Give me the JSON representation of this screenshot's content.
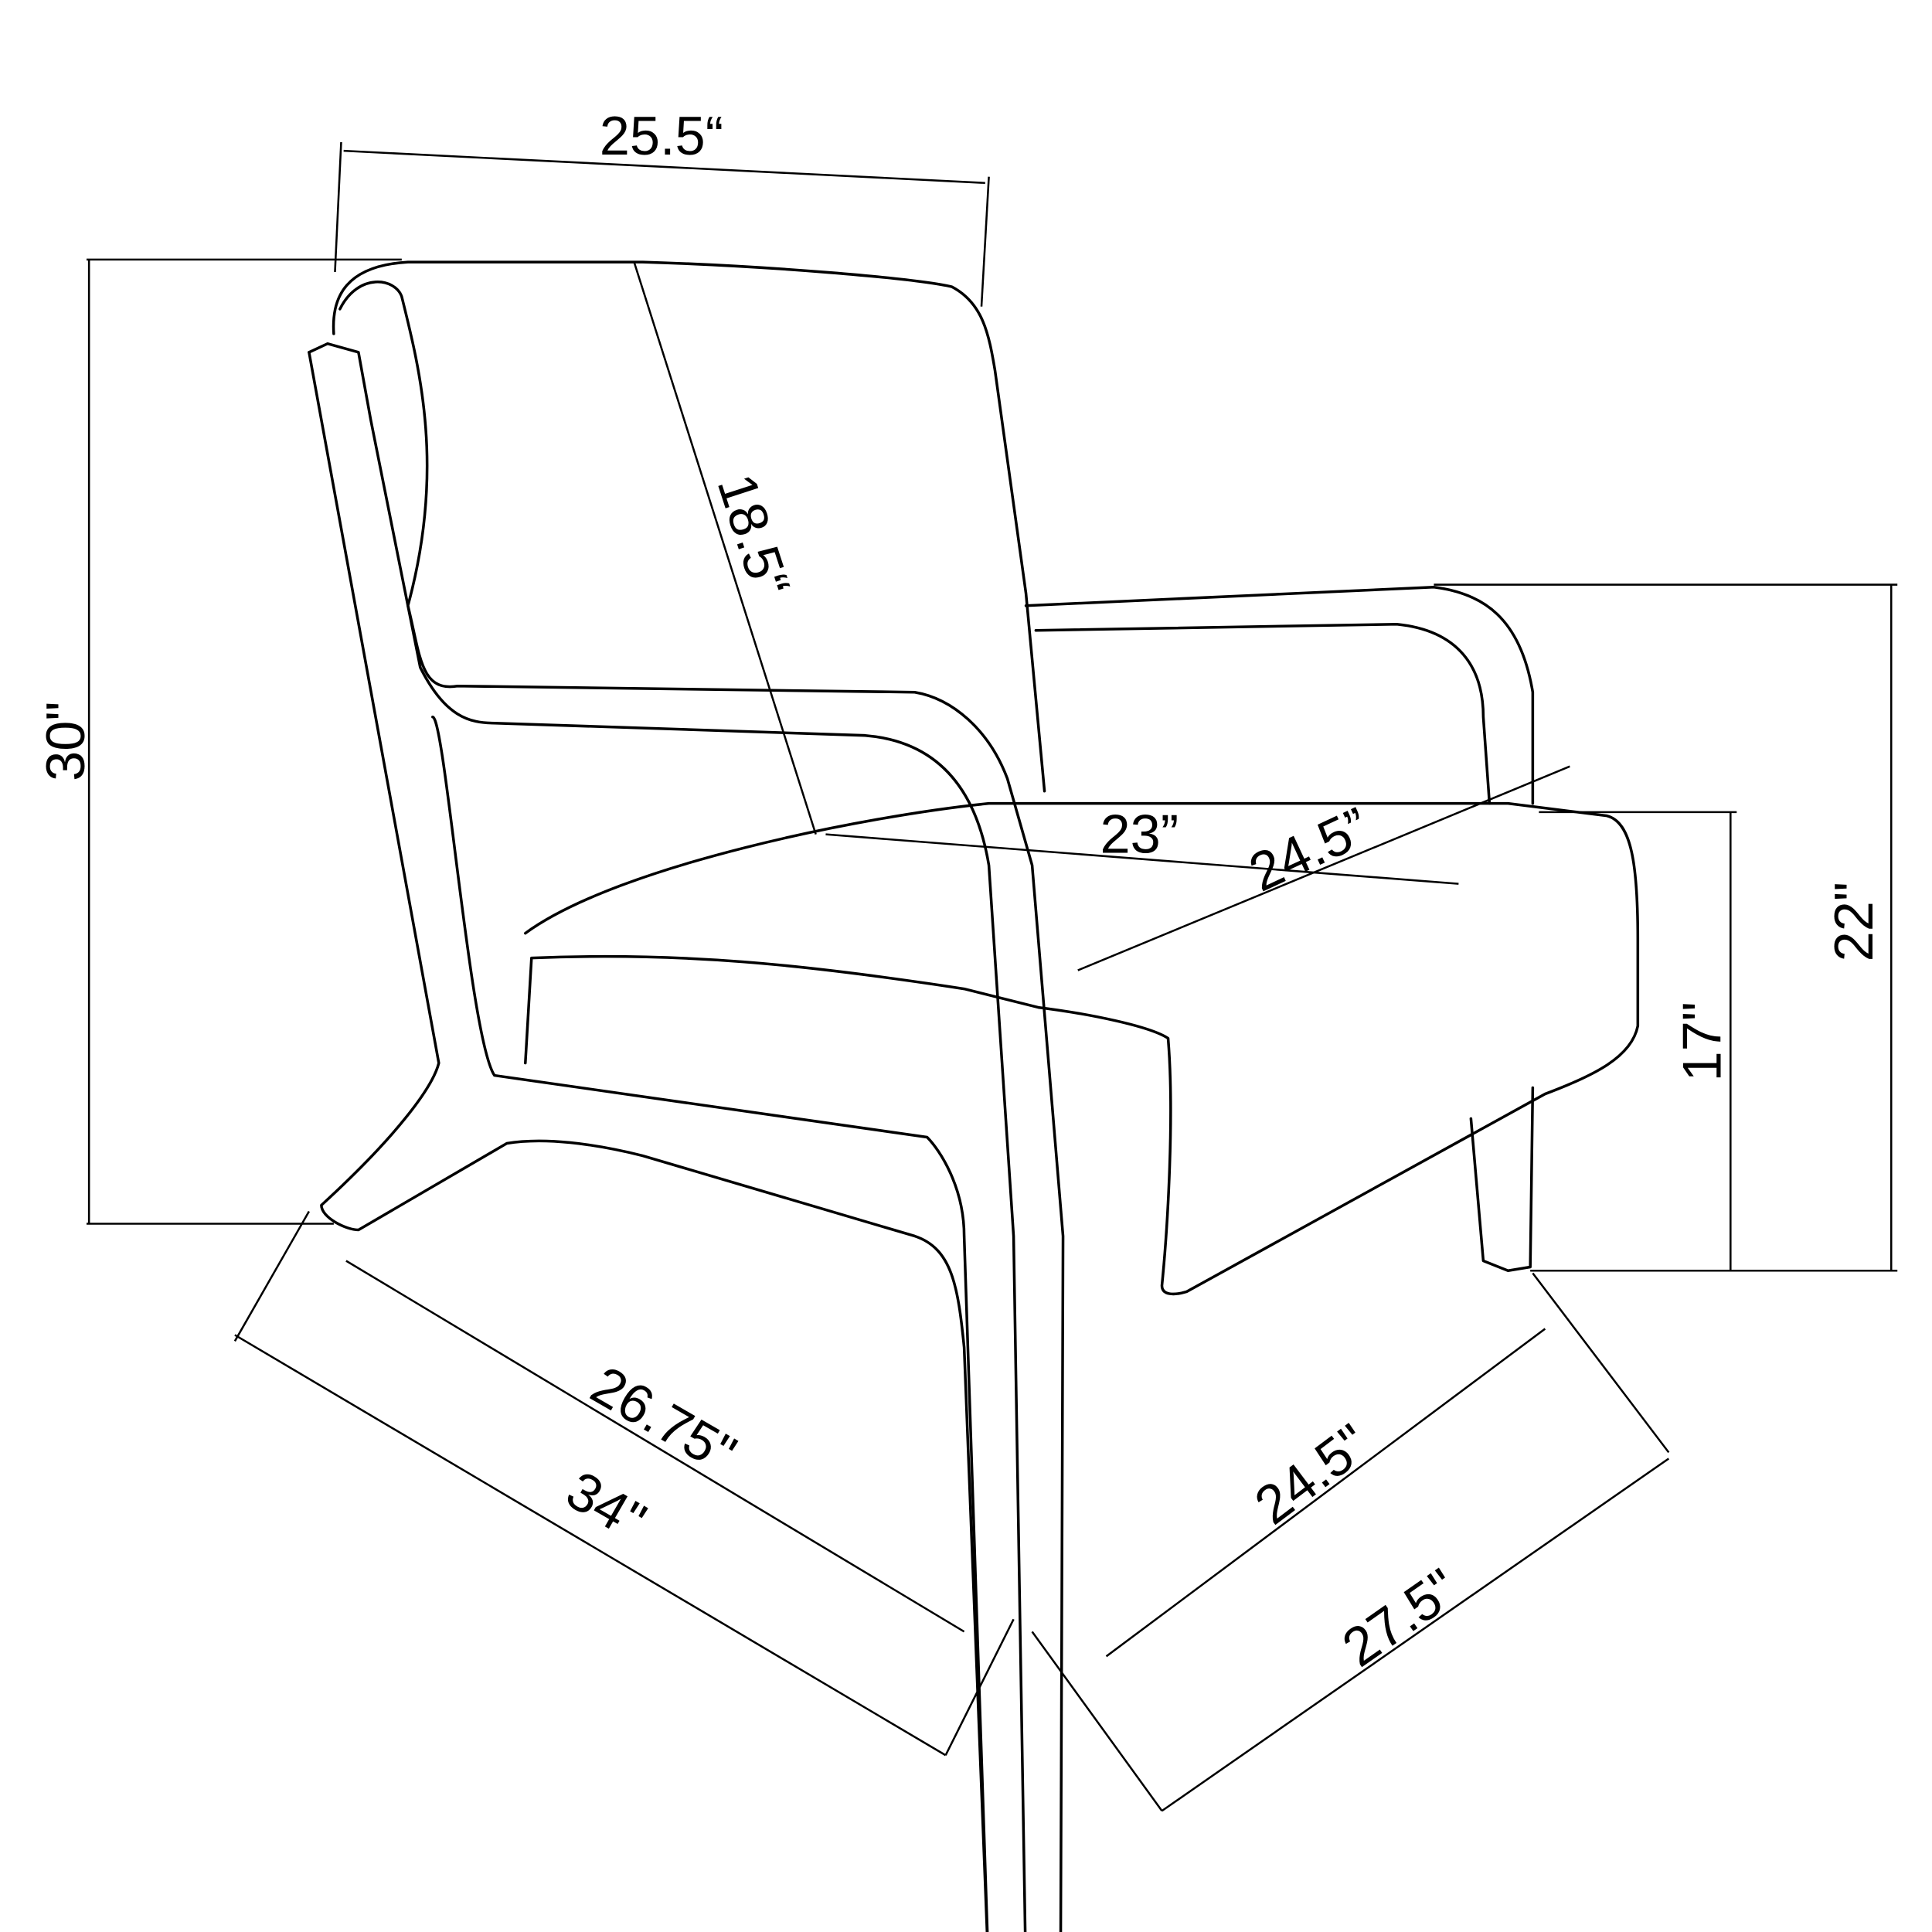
{
  "diagram": {
    "subject": "accent chair dimension drawing",
    "line_color": "#000000",
    "background": "#ffffff",
    "dimensions": {
      "overall_width": "25.5“",
      "back_height": "18.5“",
      "overall_height": "30\"",
      "arm_height": "22\"",
      "seat_height": "17\"",
      "seat_width": "23”",
      "seat_depth": "24.5”",
      "base_depth_inner": "26.75\"",
      "overall_depth": "34\"",
      "base_width_inner": "24.5\"",
      "base_width_outer": "27.5\""
    }
  }
}
